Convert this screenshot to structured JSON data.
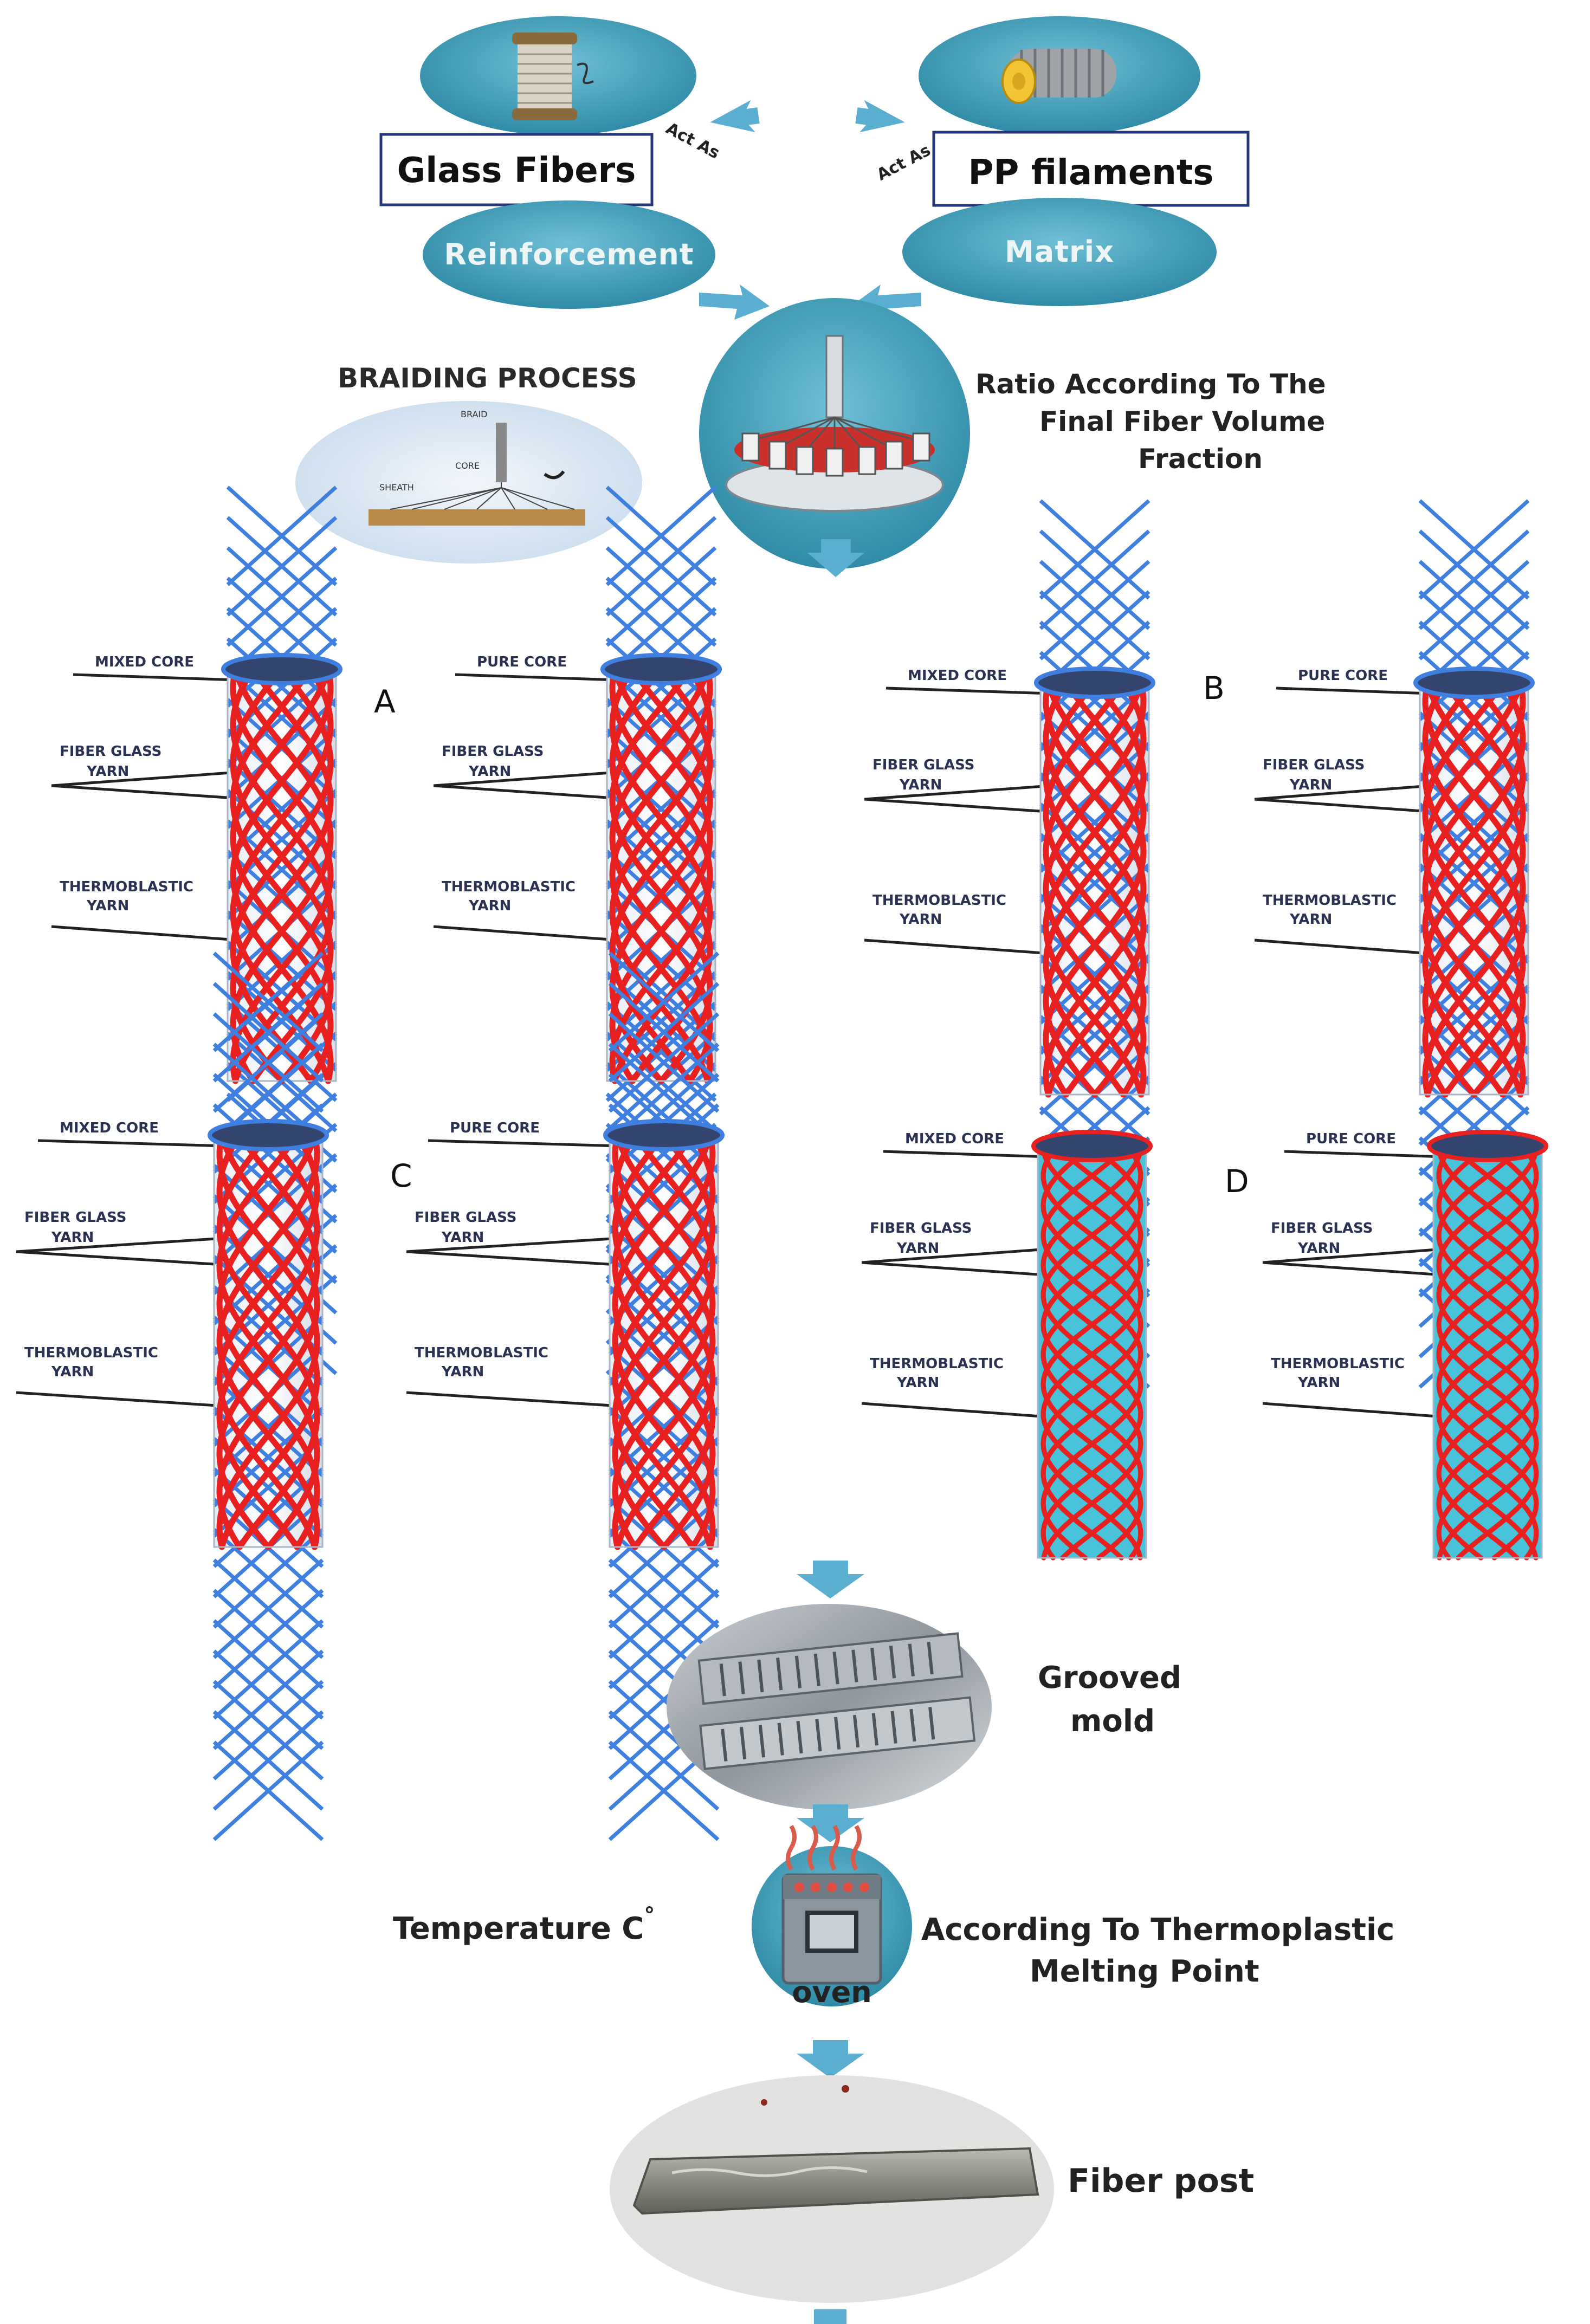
{
  "top": {
    "box_left": "Glass Fibers",
    "box_right": "PP filaments",
    "act_as_left": "Act As",
    "act_as_right": "Act As",
    "oval_left": "Reinforcement",
    "oval_right": "Matrix",
    "braiding_title": "BRAIDING PROCESS",
    "braid_labels": {
      "braid": "BRAID",
      "core": "CORE",
      "sheath": "SHEATH"
    },
    "ratio_line1": "Ratio According To The",
    "ratio_line2": "Final Fiber Volume",
    "ratio_line3": "Fraction"
  },
  "panels": [
    {
      "letter": "A",
      "left": {
        "core": "MIXED CORE",
        "fg1": "FIBER GLASS",
        "fg2": "YARN",
        "th1": "THERMOBLASTIC",
        "th2": "YARN"
      },
      "right": {
        "core": "PURE CORE",
        "fg1": "FIBER GLASS",
        "fg2": "YARN",
        "th1": "THERMOBLASTIC",
        "th2": "YARN"
      }
    },
    {
      "letter": "B",
      "left": {
        "core": "MIXED CORE",
        "fg1": "FIBER GLASS",
        "fg2": "YARN",
        "th1": "THERMOBLASTIC",
        "th2": "YARN"
      },
      "right": {
        "core": "PURE CORE",
        "fg1": "FIBER GLASS",
        "fg2": "YARN",
        "th1": "THERMOBLASTIC",
        "th2": "YARN"
      }
    },
    {
      "letter": "C",
      "left": {
        "core": "MIXED CORE",
        "fg1": "FIBER GLASS",
        "fg2": "YARN",
        "th1": "THERMOBLASTIC",
        "th2": "YARN"
      },
      "right": {
        "core": "PURE CORE",
        "fg1": "FIBER GLASS",
        "fg2": "YARN",
        "th1": "THERMOBLASTIC",
        "th2": "YARN"
      }
    },
    {
      "letter": "D",
      "left": {
        "core": "MIXED CORE",
        "fg1": "FIBER GLASS",
        "fg2": "YARN",
        "th1": "THERMOBLASTIC",
        "th2": "YARN"
      },
      "right": {
        "core": "PURE CORE",
        "fg1": "FIBER GLASS",
        "fg2": "YARN",
        "th1": "THERMOBLASTIC",
        "th2": "YARN"
      }
    }
  ],
  "bottom": {
    "mold_line1": "Grooved",
    "mold_line2": "mold",
    "temperature": "Temperature C",
    "degree": "°",
    "oven_label": "oven",
    "melt_line1": "According To Thermoplastic",
    "melt_line2": "Melting Point",
    "fiber_post": "Fiber post"
  },
  "colors": {
    "teal": "#3a9bb5",
    "teal_light": "#7fc4d6",
    "arrow": "#5aaed0",
    "glass_yarn": "#3f7fe0",
    "thermoplastic_yarn": "#e8201f",
    "cyan_fill": "#49c3d9",
    "box_border": "#27357a"
  },
  "icons": [
    "spool-icon",
    "filament-roll-icon",
    "braiding-machine-icon",
    "oven-icon"
  ]
}
